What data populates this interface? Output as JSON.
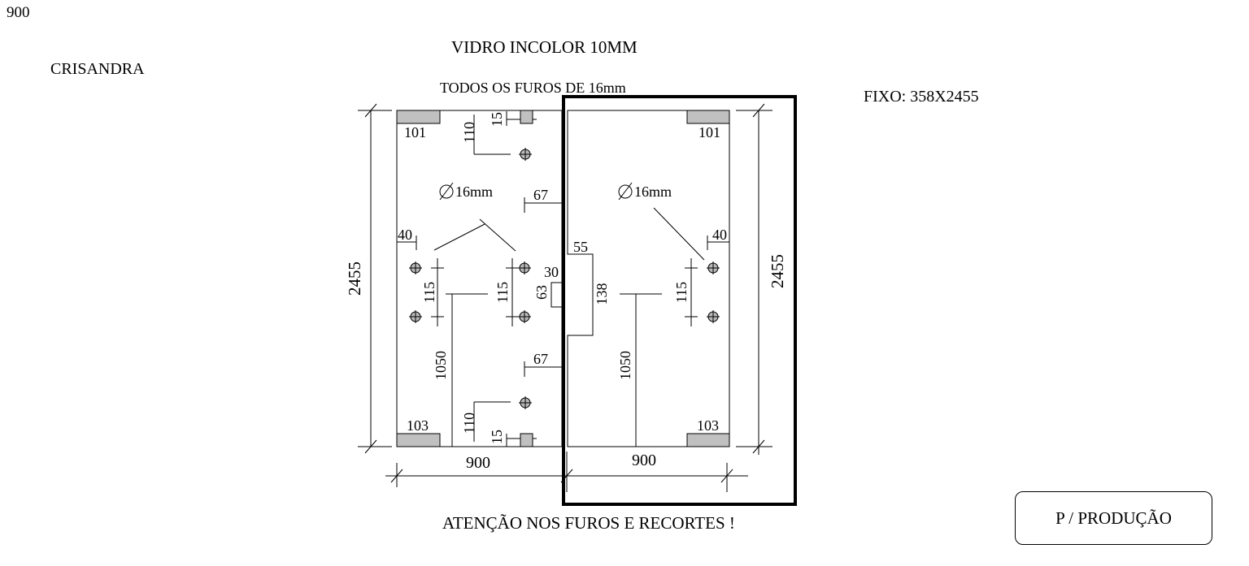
{
  "corner_number": "900",
  "client": "CRISANDRA",
  "glass_spec": "VIDRO INCOLOR 10MM",
  "holes_note": "TODOS OS FUROS DE 16mm",
  "fixed_panel": "FIXO: 358X2455",
  "warning": "ATENÇÃO NOS FUROS E RECORTES !",
  "stamp": "P / PRODUÇÃO",
  "dims": {
    "height_left": "2455",
    "height_right": "2455",
    "width_left": "900",
    "width_right": "900",
    "hinge_top_left": "101",
    "hinge_top_right": "101",
    "hinge_bottom_left": "103",
    "hinge_bottom_right": "103",
    "top_offset_110": "110",
    "top_offset_15": "15",
    "bottom_offset_110": "110",
    "bottom_offset_15": "15",
    "dia_left": "16mm",
    "dia_right": "16mm",
    "edge_67_top": "67",
    "edge_67_bottom": "67",
    "left_40": "40",
    "right_40": "40",
    "left_115": "115",
    "center_115": "115",
    "right_115": "115",
    "notch_30": "30",
    "notch_63": "63",
    "cut_55": "55",
    "cut_138": "138",
    "left_1050": "1050",
    "right_1050": "1050"
  }
}
